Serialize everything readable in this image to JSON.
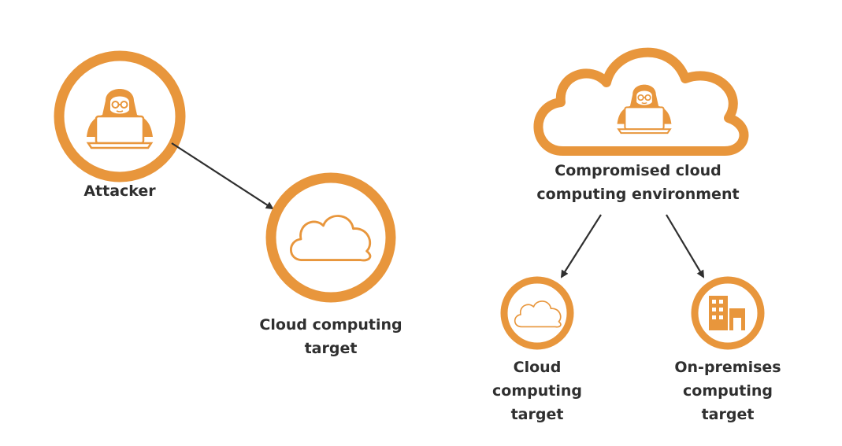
{
  "colors": {
    "accent": "#e8963c",
    "accent_light": "#f3b978",
    "text": "#2f2f2f",
    "arrow": "#2f2f2f",
    "background": "#ffffff"
  },
  "left": {
    "attacker": {
      "icon": "hooded-hacker-laptop-icon",
      "label": "Attacker"
    },
    "target": {
      "icon": "cloud-icon",
      "label_line1": "Cloud computing",
      "label_line2": "target"
    }
  },
  "right": {
    "compromised": {
      "icon": "cloud-with-hacker-icon",
      "label_line1": "Compromised cloud",
      "label_line2": "computing environment"
    },
    "cloud_target": {
      "icon": "cloud-icon",
      "label_line1": "Cloud",
      "label_line2": "computing",
      "label_line3": "target"
    },
    "onprem_target": {
      "icon": "building-icon",
      "label_line1": "On-premises",
      "label_line2": "computing",
      "label_line3": "target"
    }
  }
}
